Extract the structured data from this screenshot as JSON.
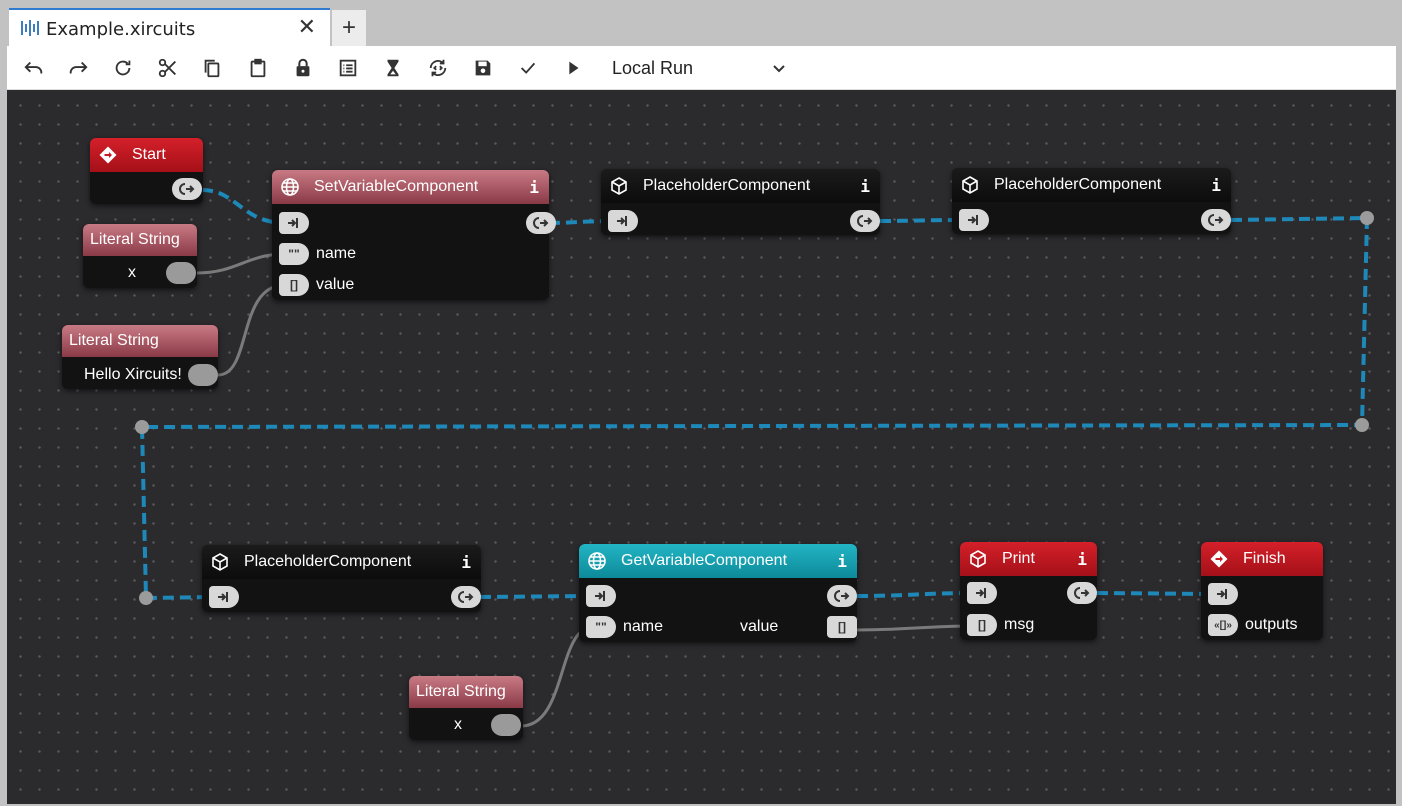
{
  "tab": {
    "title": "Example.xircuits",
    "close_glyph": "✕",
    "new_glyph": "+"
  },
  "toolbar": {
    "buttons": [
      "undo-icon",
      "redo-icon",
      "reload-icon",
      "cut-icon",
      "copy-icon",
      "paste-icon",
      "lock-icon",
      "list-icon",
      "hourglass-icon",
      "compile-icon",
      "save-icon",
      "check-icon",
      "run-icon"
    ],
    "run_mode": "Local Run"
  },
  "colors": {
    "link": "#1e88b8",
    "start": "#c41a22",
    "literal": "#a3505e",
    "teal": "#14a3b3"
  },
  "nodes": {
    "start": {
      "title": "Start"
    },
    "set_var": {
      "title": "SetVariableComponent",
      "info": "i",
      "ports": [
        "name",
        "value"
      ],
      "name_glyph": "\"\"",
      "value_glyph": "[]"
    },
    "ph1": {
      "title": "PlaceholderComponent",
      "info": "i"
    },
    "ph2": {
      "title": "PlaceholderComponent",
      "info": "i"
    },
    "lit1": {
      "title": "Literal String",
      "value": "x"
    },
    "lit2": {
      "title": "Literal String",
      "value": "Hello Xircuits!"
    },
    "ph3": {
      "title": "PlaceholderComponent",
      "info": "i"
    },
    "get_var": {
      "title": "GetVariableComponent",
      "info": "i",
      "in_port": "name",
      "out_port": "value",
      "name_glyph": "\"\"",
      "value_glyph": "[]"
    },
    "lit3": {
      "title": "Literal String",
      "value": "x"
    },
    "print": {
      "title": "Print",
      "info": "i",
      "port": "msg",
      "msg_glyph": "[]"
    },
    "finish": {
      "title": "Finish",
      "port": "outputs",
      "outputs_glyph": "«[]»"
    }
  }
}
